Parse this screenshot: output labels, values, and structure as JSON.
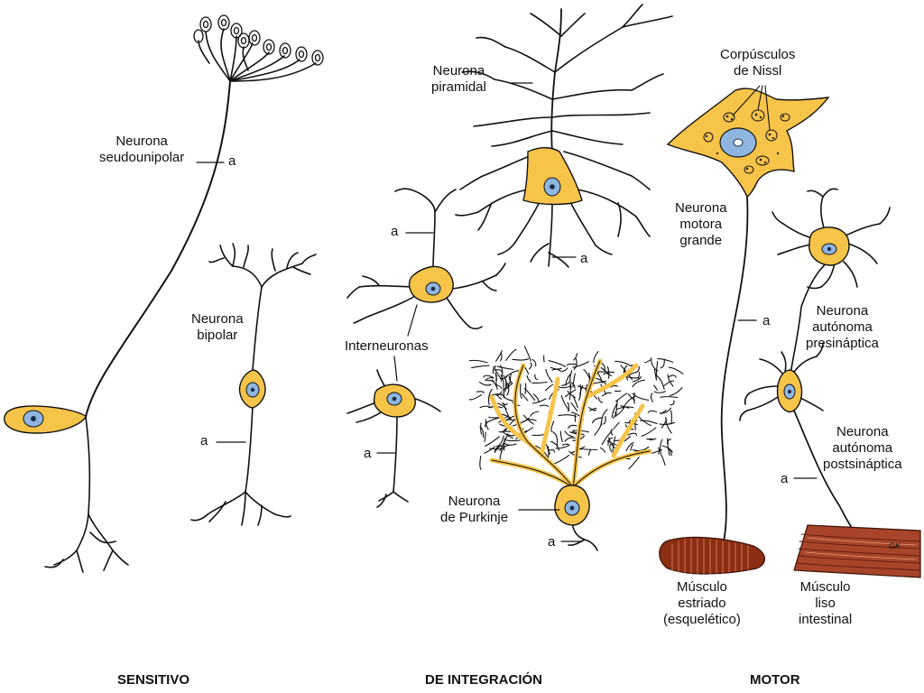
{
  "colors": {
    "soma": "#f7c44a",
    "nucleus": "#8fb6e0",
    "nucleolus": "#1b2a4a",
    "line": "#111111",
    "muscle_striated": "#8b2e14",
    "muscle_smooth": "#a8442a"
  },
  "labels": {
    "pseudounipolar": [
      "Neurona",
      "seudounipolar"
    ],
    "bipolar": [
      "Neurona",
      "bipolar"
    ],
    "pyramidal": [
      "Neurona",
      "piramidal"
    ],
    "interneurons": "Interneuronas",
    "purkinje": [
      "Neurona",
      "de Purkinje"
    ],
    "nissl": [
      "Corpúsculos",
      "de Nissl"
    ],
    "motor_large": [
      "Neurona",
      "motora",
      "grande"
    ],
    "autonomic_pre": [
      "Neurona",
      "autónoma",
      "presináptica"
    ],
    "autonomic_post": [
      "Neurona",
      "autónoma",
      "postsináptica"
    ],
    "striated_muscle": [
      "Músculo",
      "estriado",
      "(esquelético)"
    ],
    "smooth_muscle": [
      "Músculo",
      "liso",
      "intestinal"
    ],
    "axon": "a",
    "signature": "GK"
  },
  "categories": {
    "sensory": "SENSITIVO",
    "integration": "DE INTEGRACIÓN",
    "motor": "MOTOR"
  }
}
